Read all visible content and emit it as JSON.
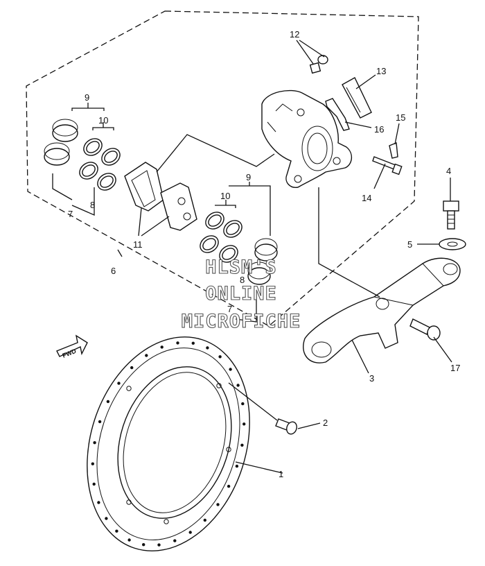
{
  "labels": {
    "l1": "1",
    "l2": "2",
    "l3": "3",
    "l4": "4",
    "l5": "5",
    "l6": "6",
    "l7a": "7",
    "l7b": "7",
    "l8a": "8",
    "l8b": "8",
    "l9a": "9",
    "l9b": "9",
    "l10a": "10",
    "l10b": "10",
    "l11": "11",
    "l12": "12",
    "l13": "13",
    "l14": "14",
    "l15": "15",
    "l16": "16",
    "l17": "17"
  },
  "watermark": {
    "line1": "HLSM'S",
    "line2": "ONLINE",
    "line3": "MICROFICHE"
  },
  "fwd_label": "FWD"
}
